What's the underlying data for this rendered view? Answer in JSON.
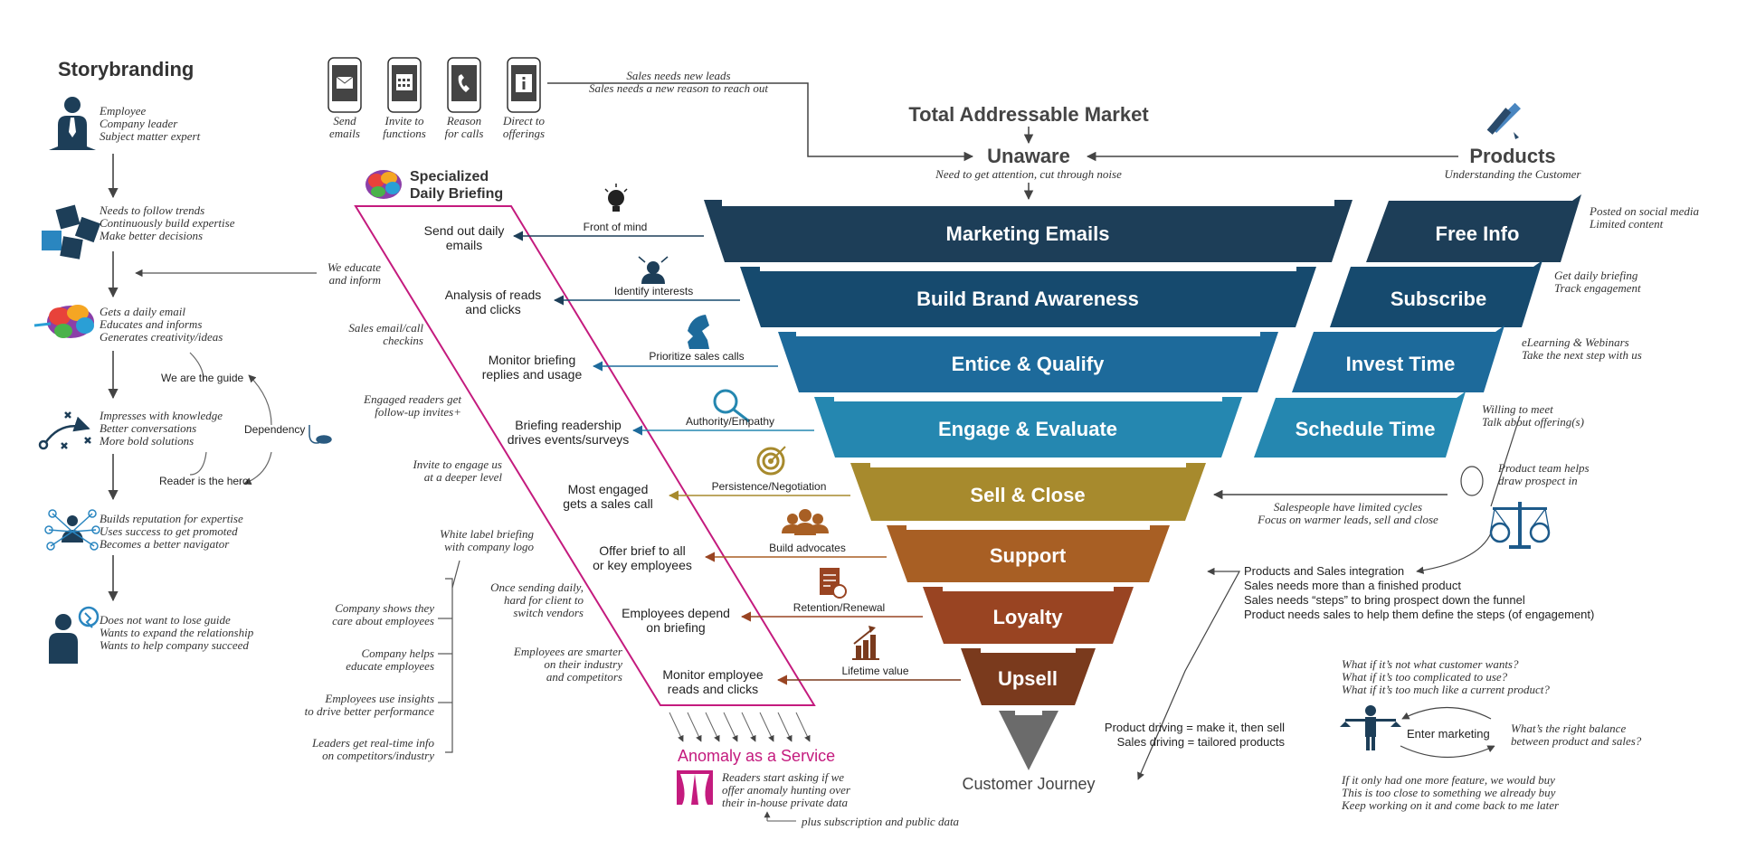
{
  "colors": {
    "navy": "#1d3e58",
    "navy2": "#164a6e",
    "blue": "#1d6a9b",
    "blue2": "#2587b0",
    "gold": "#a78a2d",
    "orange": "#a85f24",
    "rust": "#994422",
    "brown": "#7a3a1d",
    "gray": "#6b6b6b",
    "magenta": "#c41b7e"
  },
  "storybranding": {
    "title": "Storybranding",
    "steps": [
      {
        "icon": "businessman-icon",
        "text": "Employee\nCompany leader\nSubject matter expert"
      },
      {
        "icon": "puzzle-icon",
        "text": "Needs to follow trends\nContinuously build expertise\nMake better decisions"
      },
      {
        "icon": "colorful-brain-icon",
        "text": "Gets a daily email\nEducates and informs\nGenerates creativity/ideas"
      },
      {
        "icon": "strategy-play-icon",
        "text": "Impresses with knowledge\nBetter conversations\nMore bold solutions"
      },
      {
        "icon": "network-person-icon",
        "text": "Builds reputation for expertise\nUses success to get promoted\nBecomes a better navigator"
      },
      {
        "icon": "idea-person-icon",
        "text": "Does not want to lose guide\nWants to expand the relationship\nWants to help company succeed"
      }
    ],
    "guide": "We are the guide",
    "dependency": "Dependency",
    "hero": "Reader is the hero"
  },
  "phones": [
    {
      "icon": "email-icon",
      "label": "Send\nemails"
    },
    {
      "icon": "calendar-icon",
      "label": "Invite to\nfunctions"
    },
    {
      "icon": "phone-call-icon",
      "label": "Reason\nfor calls"
    },
    {
      "icon": "info-icon",
      "label": "Direct to\nofferings"
    }
  ],
  "leads": "Sales needs new leads\nSales needs a new reason to reach out",
  "tam": "Total Addressable Market",
  "unaware": "Unaware",
  "unaware_sub": "Need to get attention, cut through noise",
  "products": "Products",
  "products_sub": "Understanding the Customer",
  "briefing_title": "Specialized\nDaily Briefing",
  "educate": "We educate\nand inform",
  "left_notes": [
    "Sales email/call\ncheckins",
    "Engaged readers get\nfollow-up invites+",
    "Invite to engage us\nat a deeper level",
    "White label briefing\nwith company logo",
    "Once sending daily,\nhard for client to\nswitch vendors",
    "Employees are smarter\non their industry\nand competitors"
  ],
  "bracket_notes": [
    "Company shows they\ncare about employees",
    "Company helps\neducate employees",
    "Employees use insights\nto drive better performance",
    "Leaders get real-time info\non competitors/industry"
  ],
  "briefing_items": [
    "Send out daily\nemails",
    "Analysis of reads\nand clicks",
    "Monitor briefing\nreplies and usage",
    "Briefing readership\ndrives events/surveys",
    "Most engaged\ngets a sales call",
    "Offer brief to all\nor key employees",
    "Employees depend\non briefing",
    "Monitor employee\nreads and clicks"
  ],
  "tactics": [
    {
      "icon": "lightbulb-icon",
      "label": "Front of mind"
    },
    {
      "icon": "person-interest-icon",
      "label": "Identify interests"
    },
    {
      "icon": "chess-knight-icon",
      "label": "Prioritize sales calls"
    },
    {
      "icon": "magnifier-icon",
      "label": "Authority/Empathy"
    },
    {
      "icon": "target-icon",
      "label": "Persistence/Negotiation"
    },
    {
      "icon": "group-icon",
      "label": "Build advocates"
    },
    {
      "icon": "document-icon",
      "label": "Retention/Renewal"
    },
    {
      "icon": "bar-growth-icon",
      "label": "Lifetime value"
    }
  ],
  "funnel": [
    "Marketing Emails",
    "Build Brand Awareness",
    "Entice & Qualify",
    "Engage & Evaluate",
    "Sell & Close",
    "Support",
    "Loyalty",
    "Upsell"
  ],
  "customer_journey": "Customer Journey",
  "product_funnel": [
    {
      "label": "Free Info",
      "note": "Posted on social media\nLimited content"
    },
    {
      "label": "Subscribe",
      "note": "Get daily briefing\nTrack engagement"
    },
    {
      "label": "Invest Time",
      "note": "eLearning & Webinars\nTake the next step with us"
    },
    {
      "label": "Schedule Time",
      "note": "Willing to meet\nTalk about offering(s)"
    }
  ],
  "product_team": "Product team helps\ndraw prospect in",
  "salespeople": "Salespeople have limited cycles\nFocus on warmer leads, sell and close",
  "integration": "Products and Sales integration\nSales needs more than a finished product\nSales needs “steps” to bring prospect down the funnel\nProduct needs sales to help them define the steps (of engagement)",
  "driving": "Product driving = make it, then sell\nSales driving = tailored products",
  "what_ifs": "What if it’s not what customer wants?\nWhat if it’s too complicated to use?\nWhat if it’s too much like a current product?",
  "enter_marketing": "Enter marketing",
  "balance": "What’s the right balance\nbetween product and sales?",
  "objections": "If it only had one more feature, we would buy\nThis is too close to something we already buy\nKeep working on it and come back to me later",
  "aaas_title": "Anomaly as a Service",
  "aaas_text": "Readers start asking if we\noffer anomaly hunting over\ntheir in-house private data",
  "plus_sub": "plus subscription and public data"
}
